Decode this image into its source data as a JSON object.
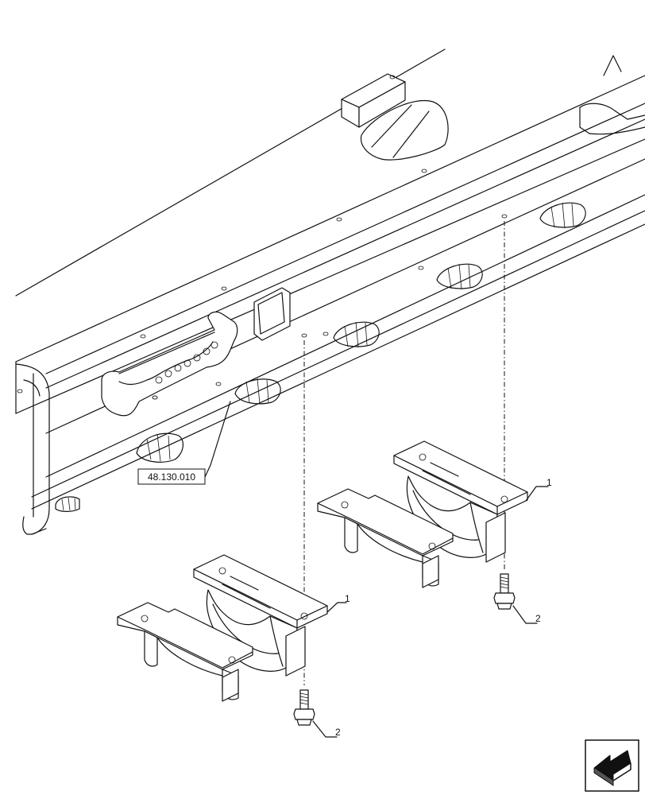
{
  "reference": {
    "label": "48.130.010"
  },
  "callouts": [
    {
      "id": "bracket-rear",
      "label": "1"
    },
    {
      "id": "bracket-front",
      "label": "1"
    },
    {
      "id": "bolt-rear",
      "label": "2"
    },
    {
      "id": "bolt-front",
      "label": "2"
    }
  ],
  "navigation": {
    "icon": "arrow-left-icon"
  }
}
